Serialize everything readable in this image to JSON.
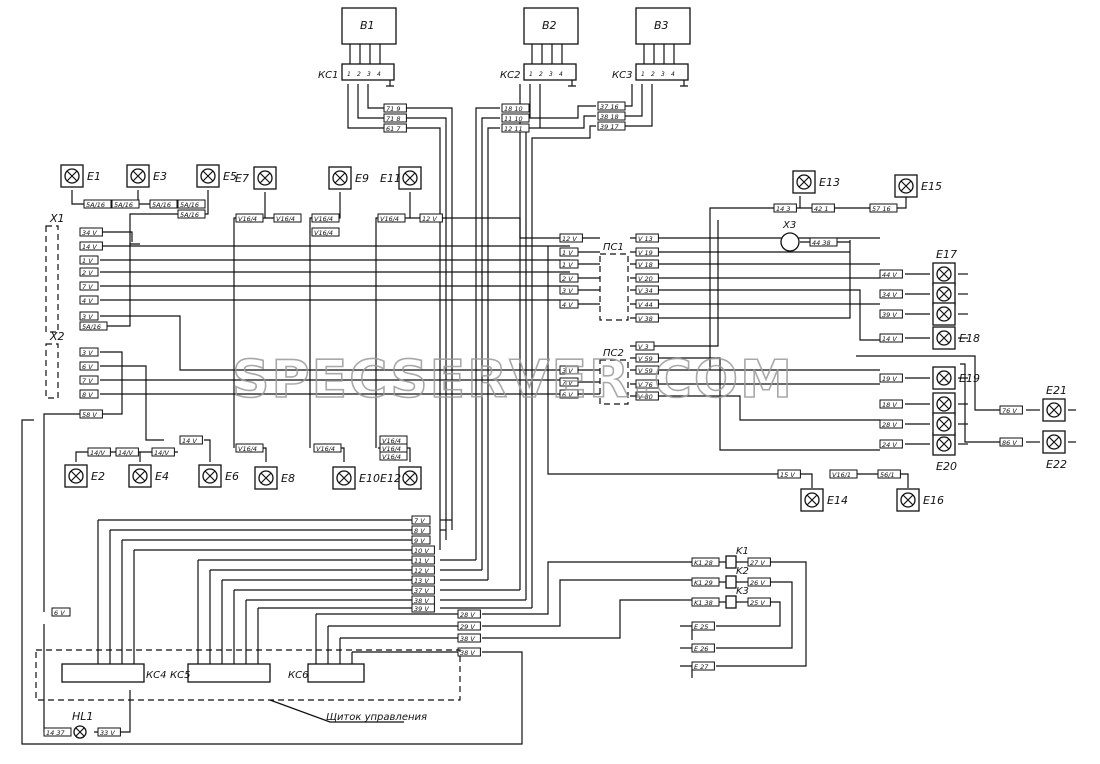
{
  "blocks": [
    {
      "id": "b1",
      "label": "B1",
      "conn": "КС1",
      "pins": [
        "1",
        "2",
        "3",
        "4"
      ]
    },
    {
      "id": "b2",
      "label": "B2",
      "conn": "КС2",
      "pins": [
        "1",
        "2",
        "3",
        "4"
      ]
    },
    {
      "id": "b3",
      "label": "B3",
      "conn": "КС3",
      "pins": [
        "1",
        "2",
        "3",
        "4"
      ]
    }
  ],
  "lamps": [
    "E1",
    "E2",
    "E3",
    "E4",
    "E5",
    "E6",
    "E7",
    "E8",
    "E9",
    "E10",
    "E11",
    "E12",
    "E13",
    "E14",
    "E15",
    "E16",
    "E17",
    "E18",
    "E19",
    "E20",
    "E21",
    "E22"
  ],
  "connectors": {
    "x1": "X1",
    "x2": "X2",
    "x3": "X3",
    "pc1": "ПС1",
    "pc2": "ПС2",
    "kc4": "КС4",
    "kc5": "КС5",
    "kc6": "КС6"
  },
  "relays": [
    "K1",
    "K2",
    "K3"
  ],
  "indicator": "HL1",
  "panel_label": "Щиток управления",
  "watermark": "SPECSERVER.COM",
  "wire_tags": {
    "ks1": [
      "71 9",
      "71 8",
      "61 7"
    ],
    "ks2": [
      "18 10",
      "11 10",
      "12 11"
    ],
    "ks3": [
      "37 16",
      "38 18",
      "39 17"
    ],
    "e_top": [
      "5A/16",
      "5A/16",
      "5A/16",
      "5A/16",
      "5A/16"
    ],
    "e_mid": [
      "V16/4",
      "V16/4",
      "V16/4",
      "V16/4",
      "V16/4",
      "12 V"
    ],
    "x1": [
      "34 V",
      "14 V",
      "1 V",
      "2 V",
      "7 V",
      "4 V",
      "3 V",
      "5A/16"
    ],
    "x2": [
      "3 V",
      "6 V",
      "7 V",
      "8 V"
    ],
    "x_low": [
      "58 V",
      "6 V"
    ],
    "e_bottom": [
      "14/V",
      "14/V",
      "14/V",
      "14 V",
      "V16/4",
      "V16/4",
      "V16/4",
      "V16/4",
      "V16/4"
    ],
    "pc1_left": [
      "12 V",
      "1 V",
      "1 V",
      "2 V",
      "3 V",
      "4 V"
    ],
    "pc1_right": [
      "V 13",
      "V 19",
      "V 18",
      "V 20",
      "V 34",
      "V 44",
      "V 38"
    ],
    "pc2_left": [
      "3 V",
      "7 V",
      "6 V"
    ],
    "pc2_right": [
      "V 3",
      "V 59",
      "V 59",
      "V 76",
      "V 80"
    ],
    "right": [
      "44 V",
      "34 V",
      "39 V",
      "14 V",
      "19 V",
      "18 V",
      "28 V",
      "24 V",
      "76 V",
      "86 V"
    ],
    "top_right": [
      "14 3",
      "42 1",
      "57 16",
      "44 38"
    ],
    "e14_row": [
      "15 V",
      "V16/1",
      "56/1"
    ],
    "harness": [
      "7 V",
      "8 V",
      "9 V",
      "10 V",
      "11 V",
      "12 V",
      "13 V",
      "37 V",
      "38 V",
      "39 V"
    ],
    "harness2": [
      "28 V",
      "29 V",
      "38 V",
      "38 V"
    ],
    "relays_left": [
      "K1 28",
      "K1 29",
      "K1 38"
    ],
    "relays_right": [
      "27 V",
      "26 V",
      "25 V"
    ],
    "gnd": [
      "E 25",
      "E 26",
      "E 27"
    ],
    "hl1": [
      "14 37",
      "33 V"
    ]
  }
}
